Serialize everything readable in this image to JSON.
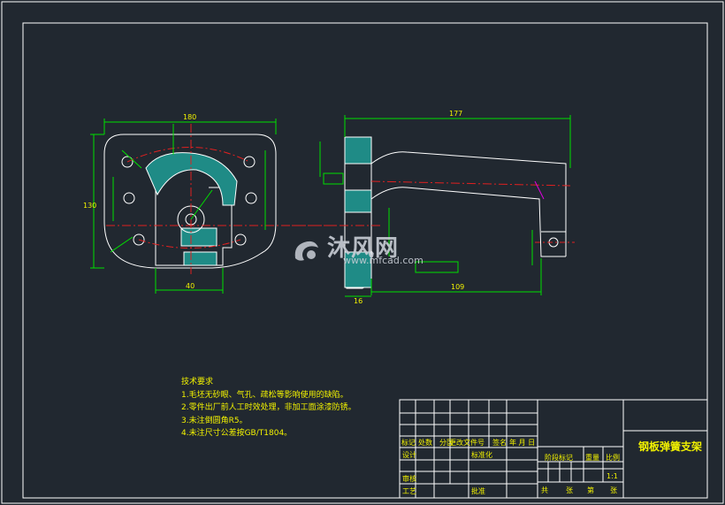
{
  "drawing": {
    "title": "钢板弹簧支架",
    "scale": "1:1"
  },
  "dimensions": {
    "front_width": "180",
    "front_height": "130",
    "front_bottom": "40",
    "side_length": "177",
    "side_bottom": "109",
    "side_left": "16"
  },
  "technical_requirements": {
    "heading": "技术要求",
    "items": [
      "1.毛坯无砂眼、气孔、疏松等影响使用的缺陷。",
      "2.零件出厂前人工时效处理，非加工面涂漆防锈。",
      "3.未注倒圆角R5。",
      "4.未注尺寸公差按GB/T1804。"
    ]
  },
  "title_block": {
    "row_labels": [
      "标记",
      "处数",
      "分区",
      "更改文件号",
      "签名",
      "年 月 日"
    ],
    "design": "设计",
    "standardize": "标准化",
    "review": "审核",
    "process": "工艺",
    "approve": "批准",
    "stage_mark": "阶段标记",
    "weight": "重量",
    "ratio": "比例",
    "total": "共",
    "sheet": "张",
    "page": "第",
    "page_unit": "张"
  },
  "watermark": {
    "brand": "沐风网",
    "url": "www.mfcad.com"
  }
}
